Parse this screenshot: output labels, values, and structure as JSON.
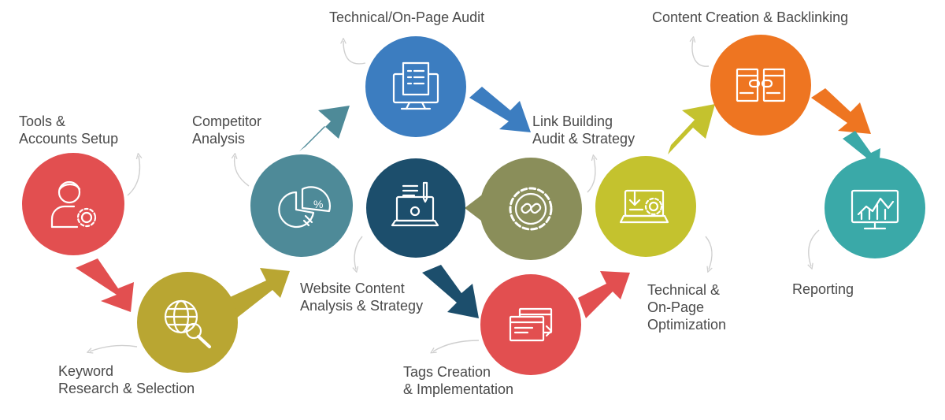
{
  "colors": {
    "red": "#e24f50",
    "olive": "#b9a632",
    "teal": "#4e8a98",
    "blue": "#3c7dc0",
    "navy": "#1c4e6c",
    "gray_olive": "#8a8e5a",
    "coral": "#e24f50",
    "lime": "#c4c22e",
    "orange": "#ee7521",
    "aqua": "#3aa9a8",
    "text": "#4a4a4a",
    "thin_arrow": "#cfcfcf"
  },
  "steps": [
    {
      "lines": [
        "Tools &",
        "Accounts Setup"
      ],
      "icon": "user-gear-icon"
    },
    {
      "lines": [
        "Keyword",
        "Research & Selection"
      ],
      "icon": "globe-magnifier-icon"
    },
    {
      "lines": [
        "Competitor",
        "Analysis"
      ],
      "icon": "pie-chart-percent-icon"
    },
    {
      "lines": [
        "Technical/On-Page Audit"
      ],
      "icon": "monitor-checklist-icon"
    },
    {
      "lines": [
        "Website Content",
        "Analysis & Strategy"
      ],
      "icon": "laptop-content-icon"
    },
    {
      "lines": [
        "Link Building",
        "Audit & Strategy"
      ],
      "icon": "gear-link-icon"
    },
    {
      "lines": [
        "Tags Creation",
        "& Implementation"
      ],
      "icon": "browser-windows-icon"
    },
    {
      "lines": [
        "Technical &",
        "On-Page",
        "Optimization"
      ],
      "icon": "laptop-download-gear-icon"
    },
    {
      "lines": [
        "Content Creation & Backlinking"
      ],
      "icon": "linked-pages-icon"
    },
    {
      "lines": [
        "Reporting"
      ],
      "icon": "monitor-line-chart-icon"
    }
  ]
}
